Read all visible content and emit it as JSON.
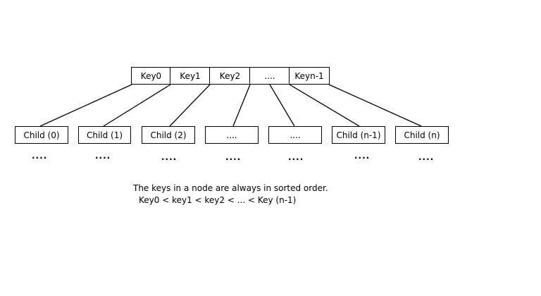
{
  "node": {
    "keys": [
      "Key0",
      "Key1",
      "Key2",
      "....",
      "Keyn-1"
    ]
  },
  "children": [
    "Child (0)",
    "Child (1)",
    "Child (2)",
    "....",
    "....",
    "Child (n-1)",
    "Child (n)"
  ],
  "child_continuation": [
    "....",
    "....",
    "....",
    "....",
    "....",
    "....",
    "...."
  ],
  "note": {
    "line1": "The keys in a node are always in sorted order.",
    "line2": "Key0 < key1 < key2 <  ...  < Key (n-1)"
  },
  "colors": {
    "line": "#000000",
    "background": "#ffffff"
  }
}
